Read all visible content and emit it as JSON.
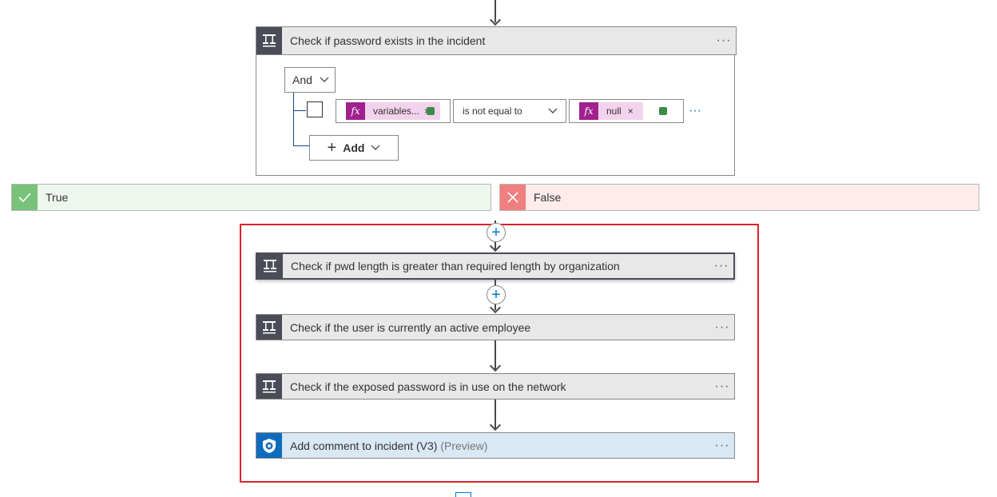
{
  "condition": {
    "title": "Check if password exists in the incident",
    "more": "···",
    "operator_group": "And",
    "row": {
      "left_token": "variables...",
      "comparator": "is not equal to",
      "right_token": "null",
      "more": "···"
    },
    "add_label": "Add"
  },
  "branches": {
    "true_label": "True",
    "false_label": "False"
  },
  "actions": [
    {
      "title": "Check if pwd length is greater than required length by organization",
      "more": "···"
    },
    {
      "title": "Check if the user is currently an active employee",
      "more": "···"
    },
    {
      "title": "Check if the exposed password is in use on the network",
      "more": "···"
    },
    {
      "title": "Add comment to incident (V3)",
      "suffix": "(Preview)",
      "more": "···"
    }
  ],
  "colors": {
    "highlight_border": "#e0202a",
    "true_bg": "#eef7ee",
    "false_bg": "#fdeceb",
    "sentinel_blue": "#0f6cbd",
    "fx_purple": "#a0208e"
  }
}
